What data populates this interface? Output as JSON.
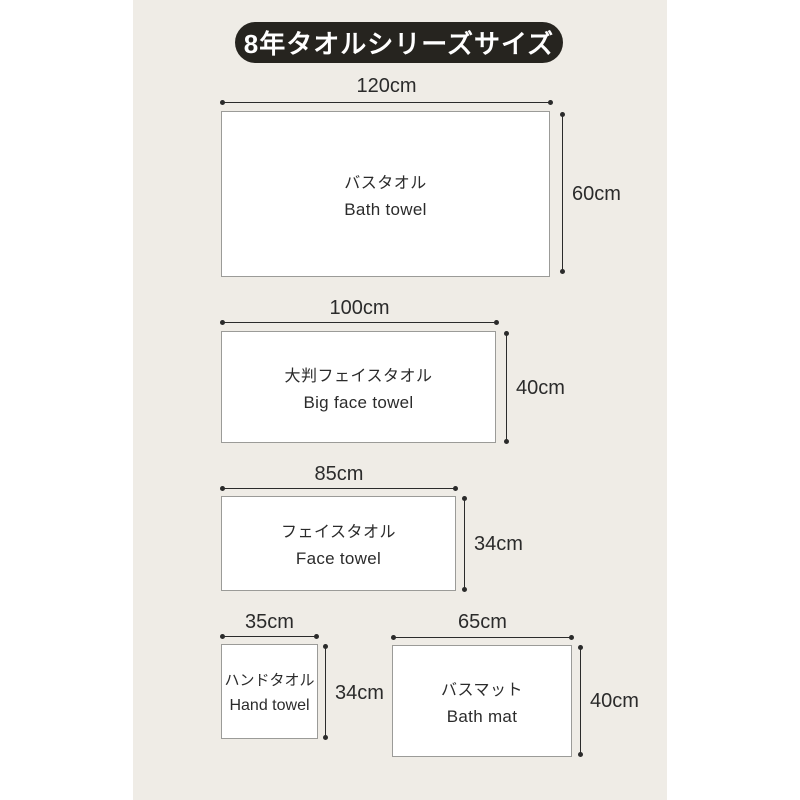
{
  "title": "8年タオルシリーズサイズ",
  "colors": {
    "page_bg": "#ffffff",
    "panel_bg": "#efece6",
    "pill_bg": "#26241f",
    "pill_text": "#ffffff",
    "line": "#2b2b2b",
    "text": "#2b2b2b",
    "box_fill": "#ffffff",
    "box_border": "#9b9b98"
  },
  "towels": [
    {
      "name_jp": "バスタオル",
      "name_en": "Bath towel",
      "width_label": "120cm",
      "height_label": "60cm",
      "width_cm": 120,
      "height_cm": 60
    },
    {
      "name_jp": "大判フェイスタオル",
      "name_en": "Big face towel",
      "width_label": "100cm",
      "height_label": "40cm",
      "width_cm": 100,
      "height_cm": 40
    },
    {
      "name_jp": "フェイスタオル",
      "name_en": "Face towel",
      "width_label": "85cm",
      "height_label": "34cm",
      "width_cm": 85,
      "height_cm": 34
    },
    {
      "name_jp": "ハンドタオル",
      "name_en": "Hand towel",
      "width_label": "35cm",
      "height_label": "34cm",
      "width_cm": 35,
      "height_cm": 34
    },
    {
      "name_jp": "バスマット",
      "name_en": "Bath mat",
      "width_label": "65cm",
      "height_label": "40cm",
      "width_cm": 65,
      "height_cm": 40
    }
  ]
}
